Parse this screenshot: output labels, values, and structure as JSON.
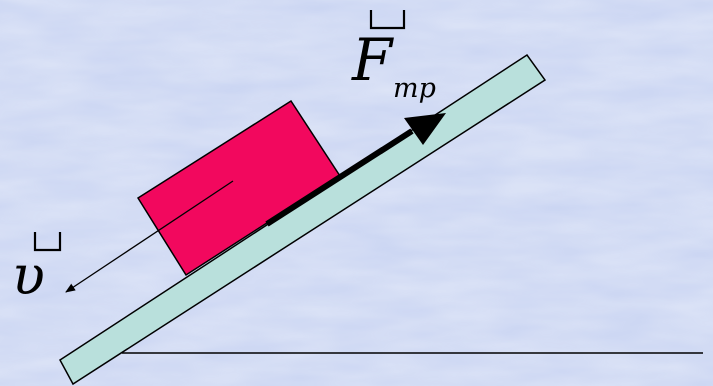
{
  "colors": {
    "background": "#c9d4f2",
    "block_fill": "#f2085e",
    "plank_fill": "#b9e0dc",
    "stroke": "#000000"
  },
  "labels": {
    "friction_force": "F",
    "friction_subscript": "mp",
    "velocity": "υ"
  },
  "icons": {
    "vector_mark": "vector-arrow-icon"
  }
}
